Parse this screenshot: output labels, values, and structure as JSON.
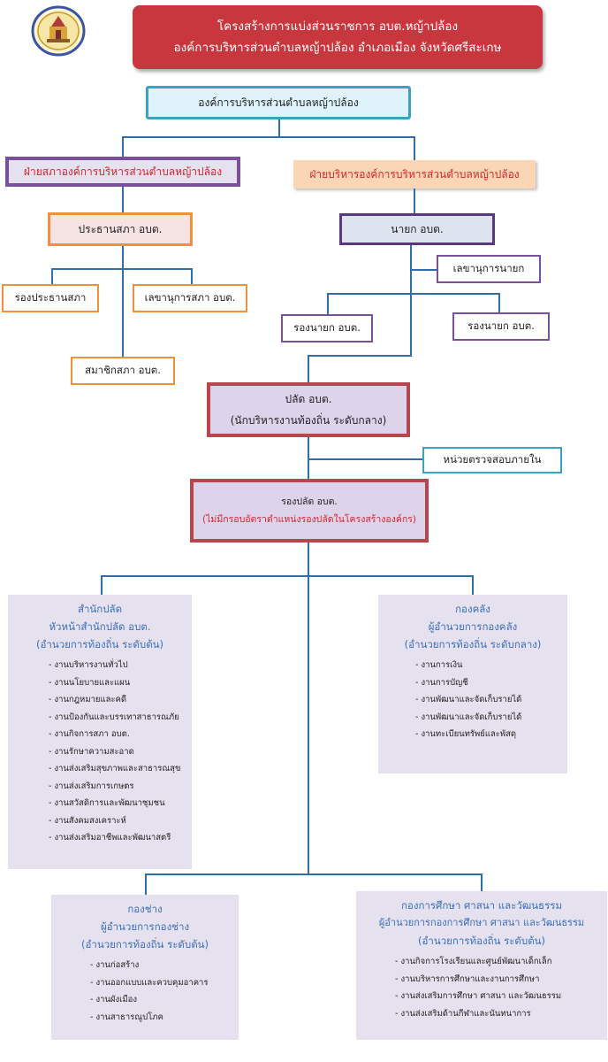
{
  "header": {
    "title_line1": "โครงสร้างการแบ่งส่วนราชการ อบต.หญ้าปล้อง",
    "title_line2": "องค์การบริหารส่วนตำบลหญ้าปล้อง อำเภอเมือง จังหวัดศรีสะเกษ"
  },
  "top": "องค์การบริหารส่วนตำบลหญ้าปล้อง",
  "council_side": {
    "heading": "ฝ่ายสภาองค์การบริหารส่วนตำบลหญ้าปล้อง",
    "chair": "ประธานสภา อบต.",
    "vice_chair": "รองประธานสภา",
    "secretary": "เลขานุการสภา อบต.",
    "member": "สมาชิกสภา อบต."
  },
  "executive_side": {
    "heading": "ฝ่ายบริหารองค์การบริหารส่วนตำบลหญ้าปล้อง",
    "mayor": "นายก อบต.",
    "mayor_secretary": "เลขานุการนายก",
    "deputy_left": "รองนายก อบต.",
    "deputy_right": "รองนายก อบต."
  },
  "palad": {
    "line1": "ปลัด อบต.",
    "line2": "(นักบริหารงานท้องถิ่น ระดับกลาง)"
  },
  "internal_audit": "หน่วยตรวจสอบภายใน",
  "deputy_palad": {
    "line1": "รองปลัด อบต.",
    "line2": "(ไม่มีกรอบอัตราตำแหน่งรองปลัดในโครงสร้างองค์กร)"
  },
  "departments": {
    "office": {
      "name": "สำนักปลัด",
      "head": "หัวหน้าสำนักปลัด อบต.",
      "level": "(อำนวยการท้องถิ่น ระดับต้น)",
      "items": [
        "งานบริหารงานทั่วไป",
        "งานนโยบายและแผน",
        "งานกฎหมายและคดี",
        "งานป้องกันและบรรเทาสาธารณภัย",
        "งานกิจการสภา อบต.",
        "งานรักษาความสะอาด",
        "งานส่งเสริมสุขภาพและสาธารณสุข",
        "งานส่งเสริมการเกษตร",
        "งานสวัสดิการและพัฒนาชุมชน",
        "งานสังคมสงเคราะห์",
        "งานส่งเสริมอาชีพและพัฒนาสตรี"
      ]
    },
    "finance": {
      "name": "กองคลัง",
      "head": "ผู้อำนวยการกองคลัง",
      "level": "(อำนวยการท้องถิ่น ระดับกลาง)",
      "items": [
        "งานการเงิน",
        "งานการบัญชี",
        "งานพัฒนาและจัดเก็บรายได้",
        "งานพัฒนาและจัดเก็บรายได้",
        "งานทะเบียนทรัพย์และพัสดุ"
      ]
    },
    "engineering": {
      "name": "กองช่าง",
      "head": "ผู้อำนวยการกองช่าง",
      "level": "(อำนวยการท้องถิ่น ระดับต้น)",
      "items": [
        "งานก่อสร้าง",
        "งานออกแบบและควบคุมอาคาร",
        "งานผังเมือง",
        "งานสาธารณูปโภค"
      ]
    },
    "education": {
      "name": "กองการศึกษา ศาสนา และวัฒนธรรม",
      "head": "ผู้อำนวยการกองการศึกษา ศาสนา และวัฒนธรรม",
      "level": "(อำนวยการท้องถิ่น ระดับต้น)",
      "items": [
        "งานกิจการโรงเรียนและศูนย์พัฒนาเด็กเล็ก",
        "งานบริหารการศึกษาและงานการศึกษา",
        "งานส่งเสริมการศึกษา ศาสนา และวัฒนธรรม",
        "งานส่งเสริมด้านกีฬาและนันทนาการ"
      ]
    }
  },
  "colors": {
    "header_red": "#c8373d",
    "line_blue": "#2f6ea8",
    "panel_lavender": "#e6e1ef",
    "dept_text_blue": "#3a6fb7",
    "purple_border": "#7a4f9e",
    "orange_border": "#f0913a",
    "dark_red_border": "#b8474d",
    "teal_border": "#3aa3c4"
  }
}
